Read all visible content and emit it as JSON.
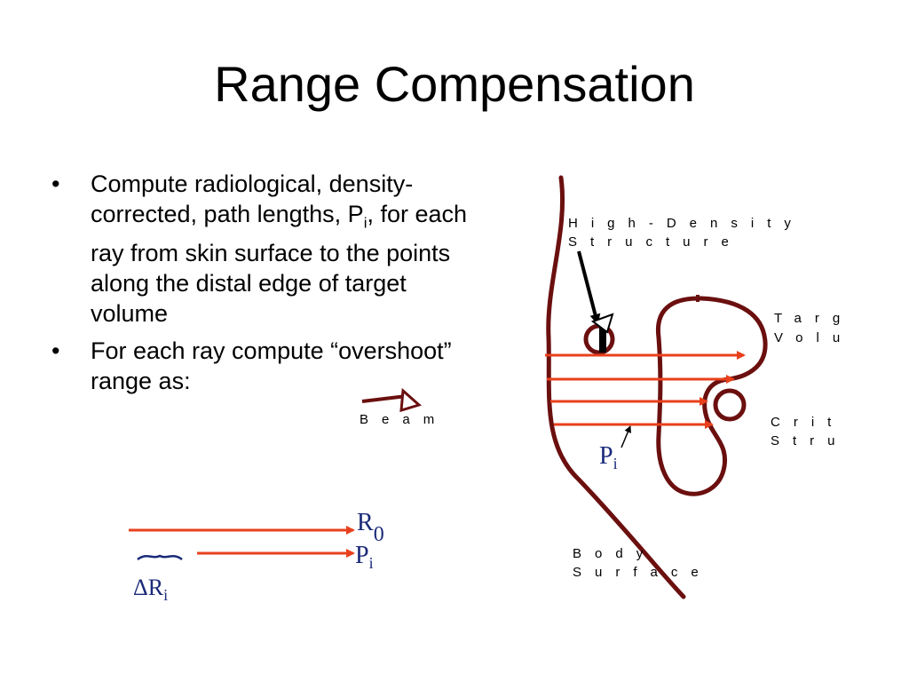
{
  "title": "Range Compensation",
  "bullets": [
    {
      "before": "Compute radiological, density-corrected, path lengths, P",
      "sub": "i",
      "after": ", for each ray from skin surface to the points along the distal edge of target volume"
    },
    {
      "before": "For each ray compute “overshoot” range as:",
      "sub": "",
      "after": ""
    }
  ],
  "labels": {
    "high_density_1": "High-Density",
    "high_density_2": "Structure",
    "target_1": "Targ",
    "target_2": "Volu",
    "critical_1": "Crit",
    "critical_2": "Stru",
    "body_1": "Body",
    "body_2": "Surface",
    "beam": "Beam",
    "p_main": "P",
    "p_sub": "i",
    "r0_main": "R",
    "r0_sub": "0",
    "pi_main": "P",
    "pi_sub": "i",
    "delta_r_main": "ΔR",
    "delta_r_sub": "i"
  },
  "colors": {
    "contour": "#6b0f0f",
    "ray": "#e8401c",
    "text_blue": "#1a2a7a"
  }
}
